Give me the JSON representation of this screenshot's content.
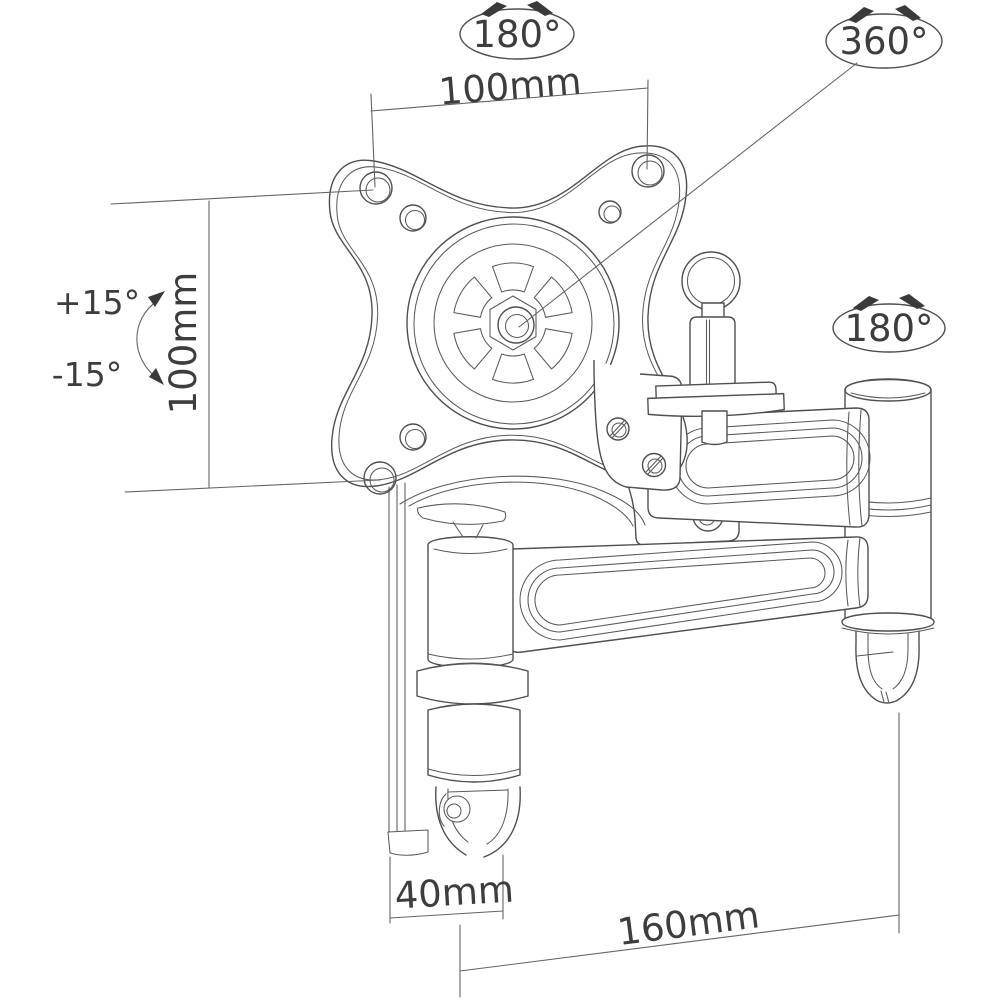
{
  "diagram": {
    "title": "Articulating monitor wall mount - dimension drawing",
    "background": "#ffffff",
    "line_color": "#4f4f4f",
    "dim_line_color": "#646464",
    "text_color": "#3d3d3d",
    "arrow_color": "#3a3a3a"
  },
  "annotations": {
    "swivel_top": "180°",
    "rotation_vesa": "360°",
    "swivel_right": "180°",
    "tilt_up": "+15°",
    "tilt_down": "-15°",
    "vesa_width": "100mm",
    "vesa_height": "100mm",
    "wall_depth": "40mm",
    "extension": "160mm"
  }
}
